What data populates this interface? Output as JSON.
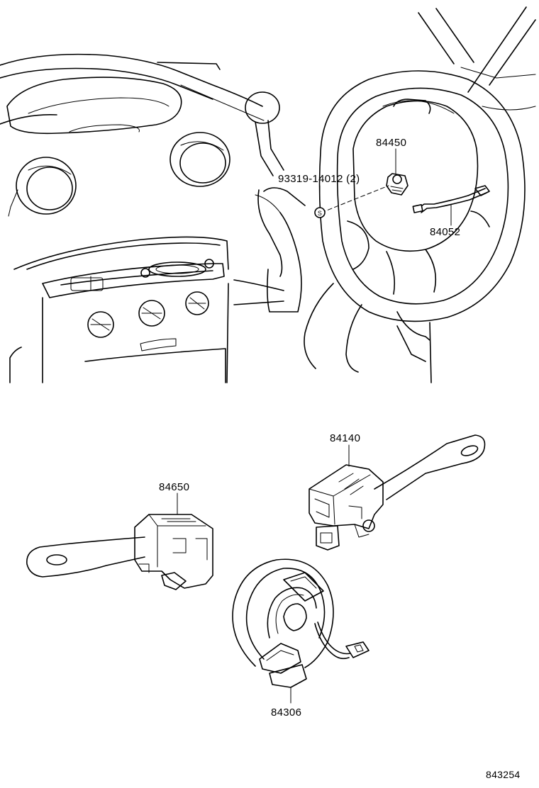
{
  "labels": {
    "airbag_sensor": "84450",
    "screw": "93319-14012 (2)",
    "screw_mark": "S",
    "horn_wire": "84052",
    "wiper_switch": "84140",
    "headlamp_switch": "84650",
    "spiral_cable": "84306",
    "figure_number": "843254"
  }
}
